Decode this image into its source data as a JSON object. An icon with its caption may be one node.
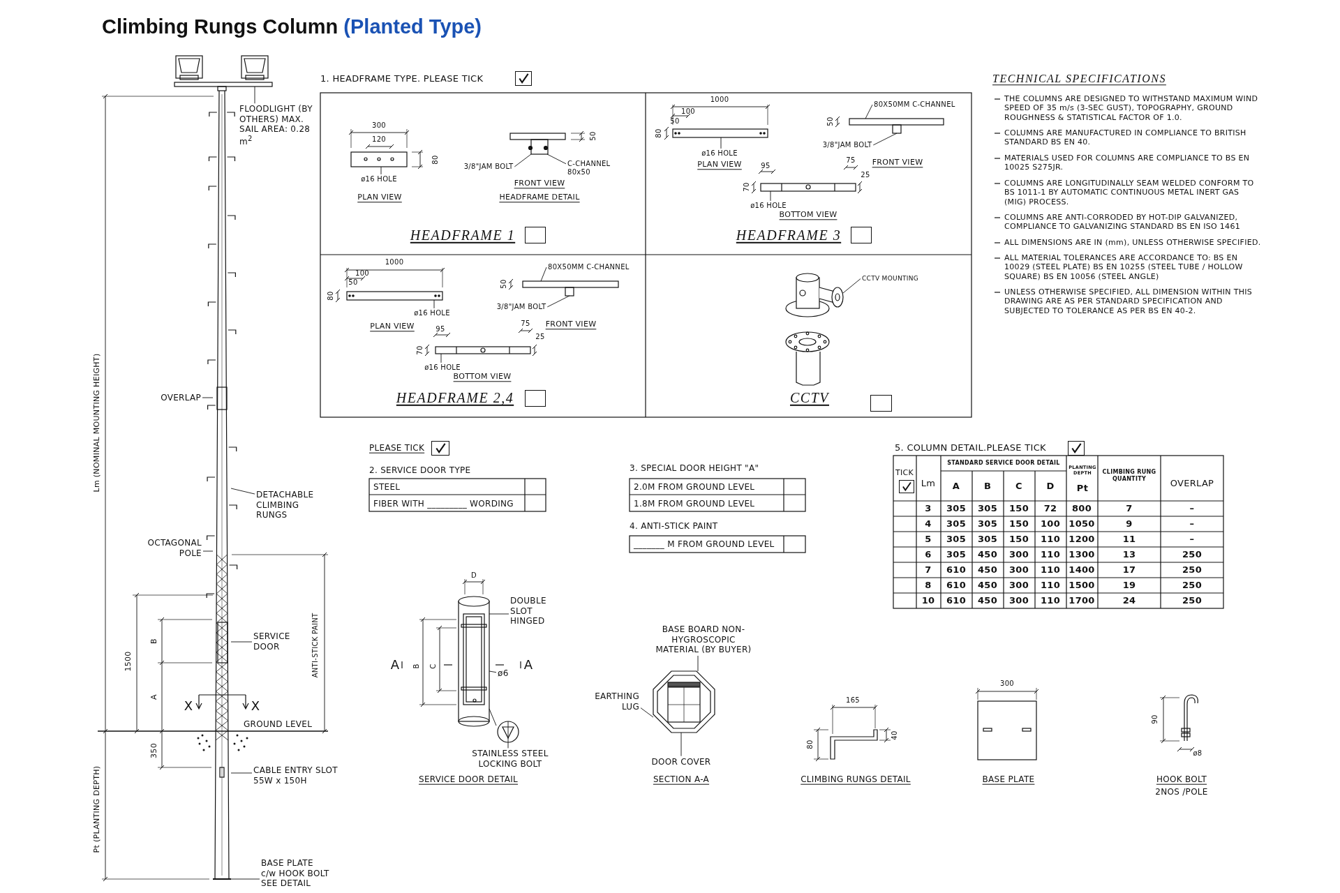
{
  "diagram": {
    "title": "Climbing Rungs Column (Planted Type)",
    "nodes": [
      {
        "text": [
          "FLOODLIGHT (BY OTHERS) MAX. SAIL AREA: 0.28 m$^{2}$"
        ]
      },
      {
        "text": [
          "OVERLAP"
        ]
      },
      {
        "text": [
          "DETACHABLE CLIMBING RUNGS"
        ]
      },
      {
        "text": [
          "OCTAGONAL POLE"
        ]
      },
      {
        "text": [
          "SERVICE DOOR"
        ]
      },
      {
        "text": [
          "CABLE ENTRY SLOT 55W x 150H"
        ]
      },
      {
        "text": [
          "BASE PLATE c/w HOOK BOLT SEE DETAIL"
        ]
      },
      {
        "text": [
          "ø16 HOLE"
        ]
      },
      {
        "text": [
          "3/8\"JAM BOLT"
        ]
      },
      {
        "text": [
          "C-CHANNEL 80x50"
        ]
      },
      {
        "text": [
          "80X50MM C-CHANNEL"
        ]
      },
      {
        "text": [
          "3/8\"JAM BOLT"
        ]
      },
      {
        "text": [
          "ø16 HOLE"
        ]
      },
      {
        "text": [
          "ø16 HOLE"
        ]
      },
      {
        "text": [
          "80X50MM C-CHANNEL"
        ]
      },
      {
        "text": [
          "3/8\"JAM BOLT"
        ]
      },
      {
        "text": [
          "ø16 HOLE"
        ]
      },
      {
        "text": [
          "ø16 HOLE"
        ]
      },
      {
        "text": [
          "CCTV MOUNTING"
        ]
      },
      {
        "text": [
          "DOUBLE SLOT HINGED"
        ]
      },
      {
        "text": [
          "ø6"
        ]
      },
      {
        "text": [
          "STAINLESS STEEL LOCKING BOLT"
        ]
      },
      {
        "text": [
          "BASE BOARD NON-HYGROSCOPIC MATERIAL (BY BUYER)"
        ]
      },
      {
        "text": [
          "EARTHING LUG"
        ]
      },
      {
        "text": [
          "DOOR COVER"
        ]
      },
      {
        "text": [],
        "shape": "picture"
      },
      {
        "text": [],
        "shape": "picture"
      },
      {
        "text": [],
        "shape": "picture"
      },
      {
        "text": [],
        "shape": "picture"
      },
      {
        "text": [],
        "shape": "picture"
      },
      {
        "text": [],
        "shape": "picture"
      },
      {
        "text": [],
        "shape": "picture"
      },
      {
        "text": [],
        "shape": "picture"
      },
      {
        "text": [],
        "shape": "picture"
      },
      {
        "text": [],
        "shape": "picture"
      },
      {
        "text": [],
        "shape": "picture"
      },
      {
        "text": [],
        "shape": "picture"
      },
      {
        "text": [],
        "shape": "picture"
      },
      {
        "text": [],
        "shape": "circle"
      }
    ],
    "edges": [
      {
        "from": 0,
        "to": 25,
        "arrow": "none"
      },
      {
        "from": 1,
        "to": 26,
        "arrow": "none"
      },
      {
        "from": 2,
        "to": 26,
        "arrow": "none"
      },
      {
        "from": 3,
        "to": 26,
        "arrow": "none"
      },
      {
        "from": 4,
        "to": 26,
        "arrow": "none"
      },
      {
        "from": 5,
        "to": 26,
        "arrow": "none"
      },
      {
        "from": 6,
        "to": 26,
        "arrow": "none"
      },
      {
        "from": 7,
        "to": 27,
        "arrow": "none"
      },
      {
        "from": 8,
        "to": 28,
        "arrow": "none"
      },
      {
        "from": 9,
        "to": 28,
        "arrow": "none"
      },
      {
        "from": 10,
        "to": 30,
        "arrow": "none"
      },
      {
        "from": 11,
        "to": 30,
        "arrow": "none"
      },
      {
        "from": 12,
        "to": 29,
        "arrow": "none"
      },
      {
        "from": 13,
        "to": 31,
        "arrow": "none"
      },
      {
        "from": 14,
        "to": 33,
        "arrow": "none"
      },
      {
        "from": 15,
        "to": 33,
        "arrow": "none"
      },
      {
        "from": 16,
        "to": 32,
        "arrow": "none"
      },
      {
        "from": 17,
        "to": 34,
        "arrow": "none"
      },
      {
        "from": 18,
        "to": 35,
        "arrow": "none"
      },
      {
        "from": 19,
        "to": 36,
        "arrow": "none"
      },
      {
        "from": 20,
        "to": 36,
        "arrow": "none"
      },
      {
        "from": 21,
        "to": 38,
        "arrow": "none"
      },
      {
        "from": 22,
        "to": 37,
        "arrow": "none"
      },
      {
        "from": 23,
        "to": 37,
        "arrow": "none"
      },
      {
        "from": 24,
        "to": 37,
        "arrow": "none"
      },
      {
        "from": 38,
        "to": 36,
        "arrow": "none"
      }
    ],
    "labels": [
      "Lm (NOMINAL MOUNTING HEIGHT)",
      "1500",
      "B",
      "A",
      "X",
      "X",
      "GROUND LEVEL",
      "350",
      "ANTI-STICK PAINT",
      "Pt (PLANTING DEPTH)",
      "1. HEADFRAME TYPE. PLEASE TICK",
      "300",
      "120",
      "80",
      "PLAN VIEW",
      "50",
      "FRONT VIEW",
      "HEADFRAME DETAIL",
      "HEADFRAME 1",
      "1000",
      "100",
      "50",
      "80",
      "PLAN VIEW",
      "50",
      "FRONT VIEW",
      "95",
      "75",
      "25",
      "70",
      "BOTTOM VIEW",
      "HEADFRAME 3",
      "1000",
      "100",
      "50",
      "80",
      "50",
      "PLAN VIEW",
      "FRONT VIEW",
      "95",
      "75",
      "25",
      "70",
      "BOTTOM VIEW",
      "HEADFRAME 2,4",
      "CCTV",
      "TECHNICAL SPECIFICATIONS",
      "THE COLUMNS ARE DESIGNED TO WITHSTAND MAXIMUM WIND SPEED OF 35 m/s (3-SEC GUST), TOPOGRAPHY, GROUND ROUGHNESS & STATISTICAL FACTOR OF 1.0.",
      "COLUMNS ARE MANUFACTURED IN COMPLIANCE TO BRITISH STANDARD BS EN 40.",
      "MATERIALS USED FOR COLUMNS ARE COMPLIANCE TO BS EN 10025 S275JR.",
      "COLUMNS ARE LONGITUDINALLY SEAM WELDED CONFORM TO BS 1011-1 BY AUTOMATIC CONTINUOUS METAL INERT GAS (MIG) PROCESS.",
      "COLUMNS ARE ANTI-CORRODED BY HOT-DIP GALVANIZED, COMPLIANCE TO GALVANIZING STANDARD BS EN ISO 1461",
      "ALL DIMENSIONS ARE IN (mm), UNLESS OTHERWISE SPECIFIED.",
      "ALL MATERIAL TOLERANCES ARE ACCORDANCE TO: BS EN 10029 (STEEL PLATE) BS EN 10255 (STEEL TUBE / HOLLOW SQUARE) BS EN 10056 (STEEL ANGLE)",
      "UNLESS OTHERWISE SPECIFIED, ALL DIMENSION WITHIN THIS DRAWING ARE AS PER STANDARD SPECIFICATION AND SUBJECTED TO TOLERANCE AS PER BS EN 40-2.",
      "PLEASE TICK",
      "2. SERVICE DOOR TYPE",
      "STEEL",
      "FIBER WITH _________ WORDING",
      "3. SPECIAL DOOR HEIGHT \"A\"",
      "2.0M FROM GROUND LEVEL",
      "1.8M FROM GROUND LEVEL",
      "4. ANTI-STICK PAINT",
      "_______ M FROM GROUND LEVEL",
      "5. COLUMN DETAIL.PLEASE TICK",
      "TICK",
      "Lm",
      "STANDARD SERVICE DOOR DETAIL",
      "PLANTING DEPTH",
      "Pt",
      "CLIMBING RUNG QUANTITY",
      "OVERLAP",
      "A",
      "B",
      "C",
      "D",
      "3",
      "305",
      "305",
      "150",
      "72",
      "800",
      "7",
      "–",
      "4",
      "305",
      "305",
      "150",
      "100",
      "1050",
      "9",
      "–",
      "5",
      "305",
      "305",
      "150",
      "110",
      "1200",
      "11",
      "–",
      "6",
      "305",
      "450",
      "300",
      "110",
      "1300",
      "13",
      "250",
      "7",
      "610",
      "450",
      "300",
      "110",
      "1400",
      "17",
      "250",
      "8",
      "610",
      "450",
      "300",
      "110",
      "1500",
      "19",
      "250",
      "10",
      "610",
      "450",
      "300",
      "110",
      "1700",
      "24",
      "250",
      "D",
      "A",
      "B",
      "C",
      "A",
      "SERVICE DOOR DETAIL",
      "SECTION A-A",
      "165",
      "40",
      "80",
      "CLIMBING RUNGS DETAIL",
      "300",
      "BASE PLATE",
      "90",
      "ø8",
      "HOOK BOLT",
      "2NOS /POLE"
    ]
  }
}
